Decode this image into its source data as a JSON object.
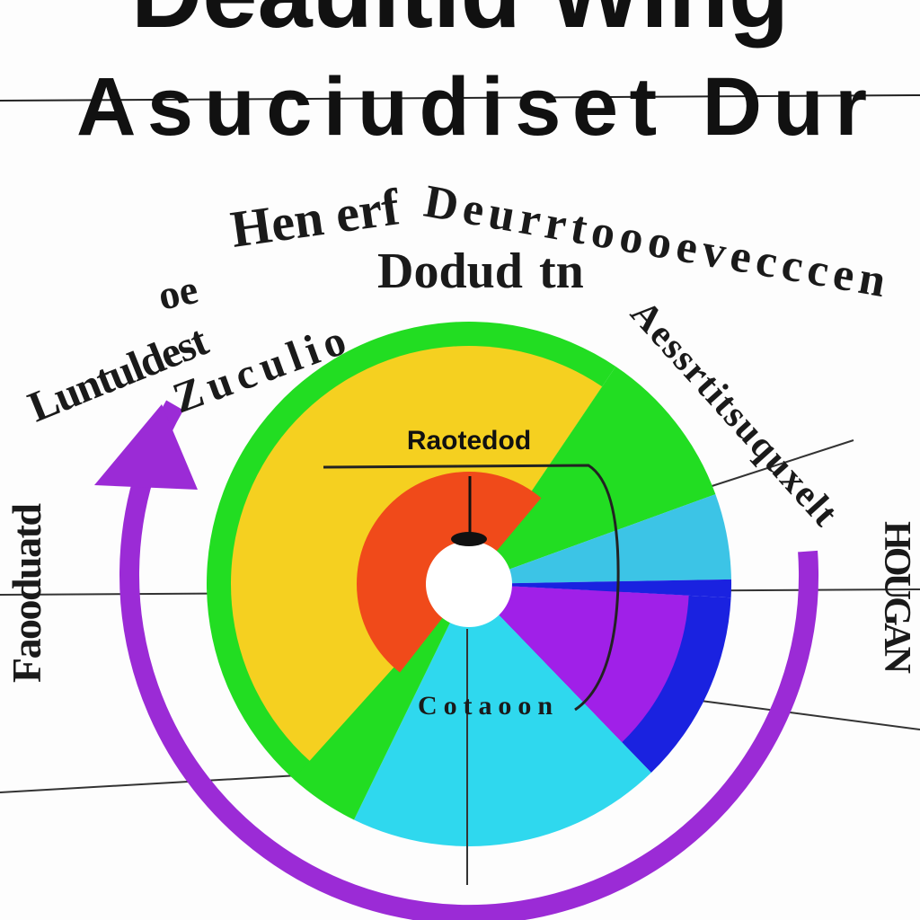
{
  "title": {
    "line1": "Deauitid Wing",
    "line2": "Asuciudiset Dur"
  },
  "labels": {
    "arc_top_1": "Hen erf",
    "arc_top_2": "Deurrtoooevecccen",
    "arc_mid_1": "oe",
    "arc_mid_2": "Dodud",
    "arc_mid_3": "tn",
    "arc_left": "Luntuldest",
    "arc_left_2": "Zuculio",
    "arc_right": "Aessrtitsuquxelt",
    "right_vertical": "HOUGAN",
    "left_vertical": "Faooduatd",
    "center_top": "Raotedod",
    "center_bottom": "Cotaoon"
  },
  "colors": {
    "green": "#22dd22",
    "yellow": "#f5d020",
    "red": "#f04a1a",
    "cyan": "#2fd8ee",
    "light_blue": "#3cc4e6",
    "blue": "#1a22e0",
    "purple": "#a020e8",
    "ring": "#9b2bd6"
  }
}
